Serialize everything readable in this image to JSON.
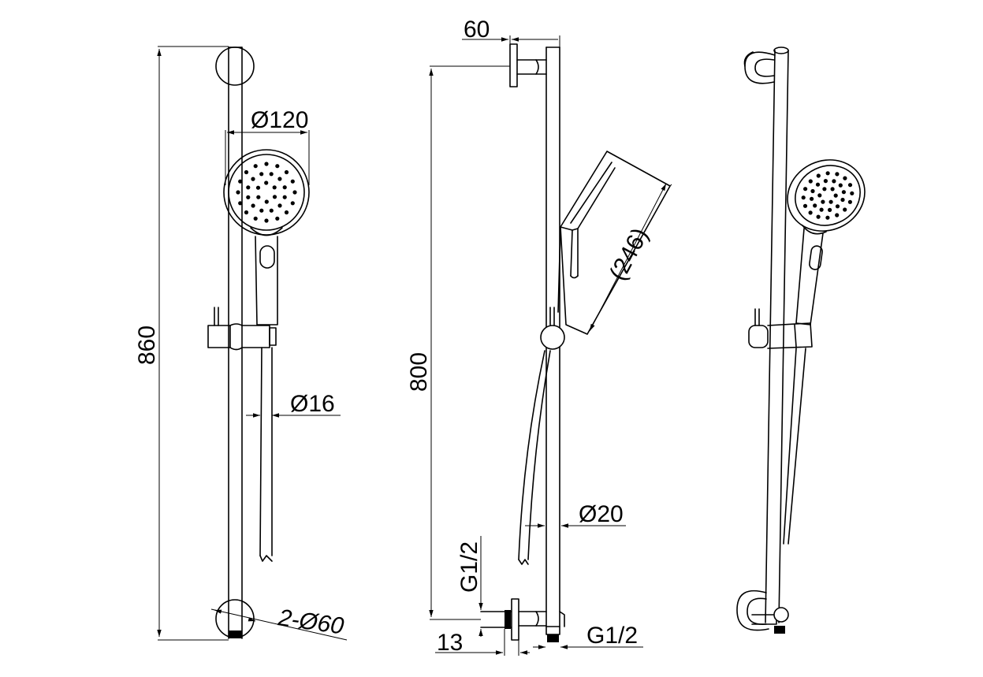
{
  "dimensions": {
    "front_height": "860",
    "head_diameter": "Ø120",
    "hose_diameter": "Ø16",
    "bracket_diameter": "2-Ø60",
    "side_top_offset": "60",
    "side_height": "800",
    "head_length": "(246)",
    "rail_diameter": "Ø20",
    "thread_left": "G1/2",
    "thread_right": "G1/2",
    "outlet_depth": "13"
  }
}
